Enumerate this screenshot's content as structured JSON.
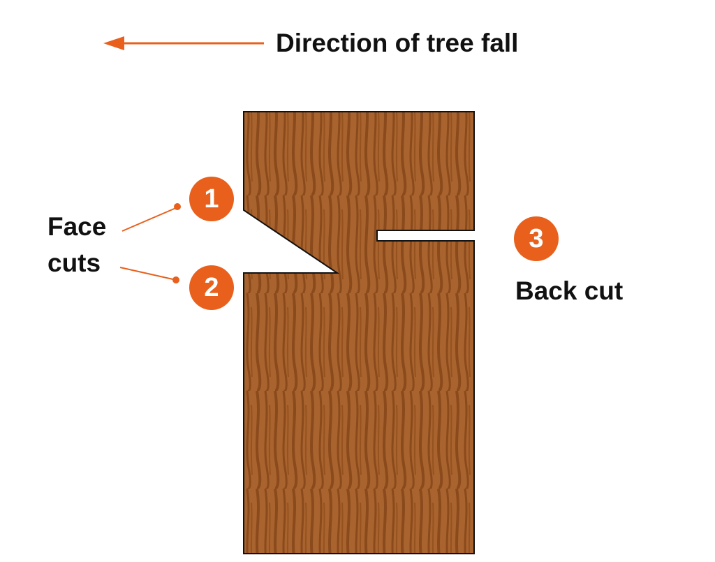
{
  "title": "Direction of tree fall",
  "labels": {
    "face_line1": "Face",
    "face_line2": "cuts",
    "back_cut": "Back cut"
  },
  "badges": [
    "1",
    "2",
    "3"
  ],
  "colors": {
    "accent": "#E8601C",
    "wood": "#A8632E",
    "grain": "#8B4A1C",
    "outline": "#111111"
  }
}
